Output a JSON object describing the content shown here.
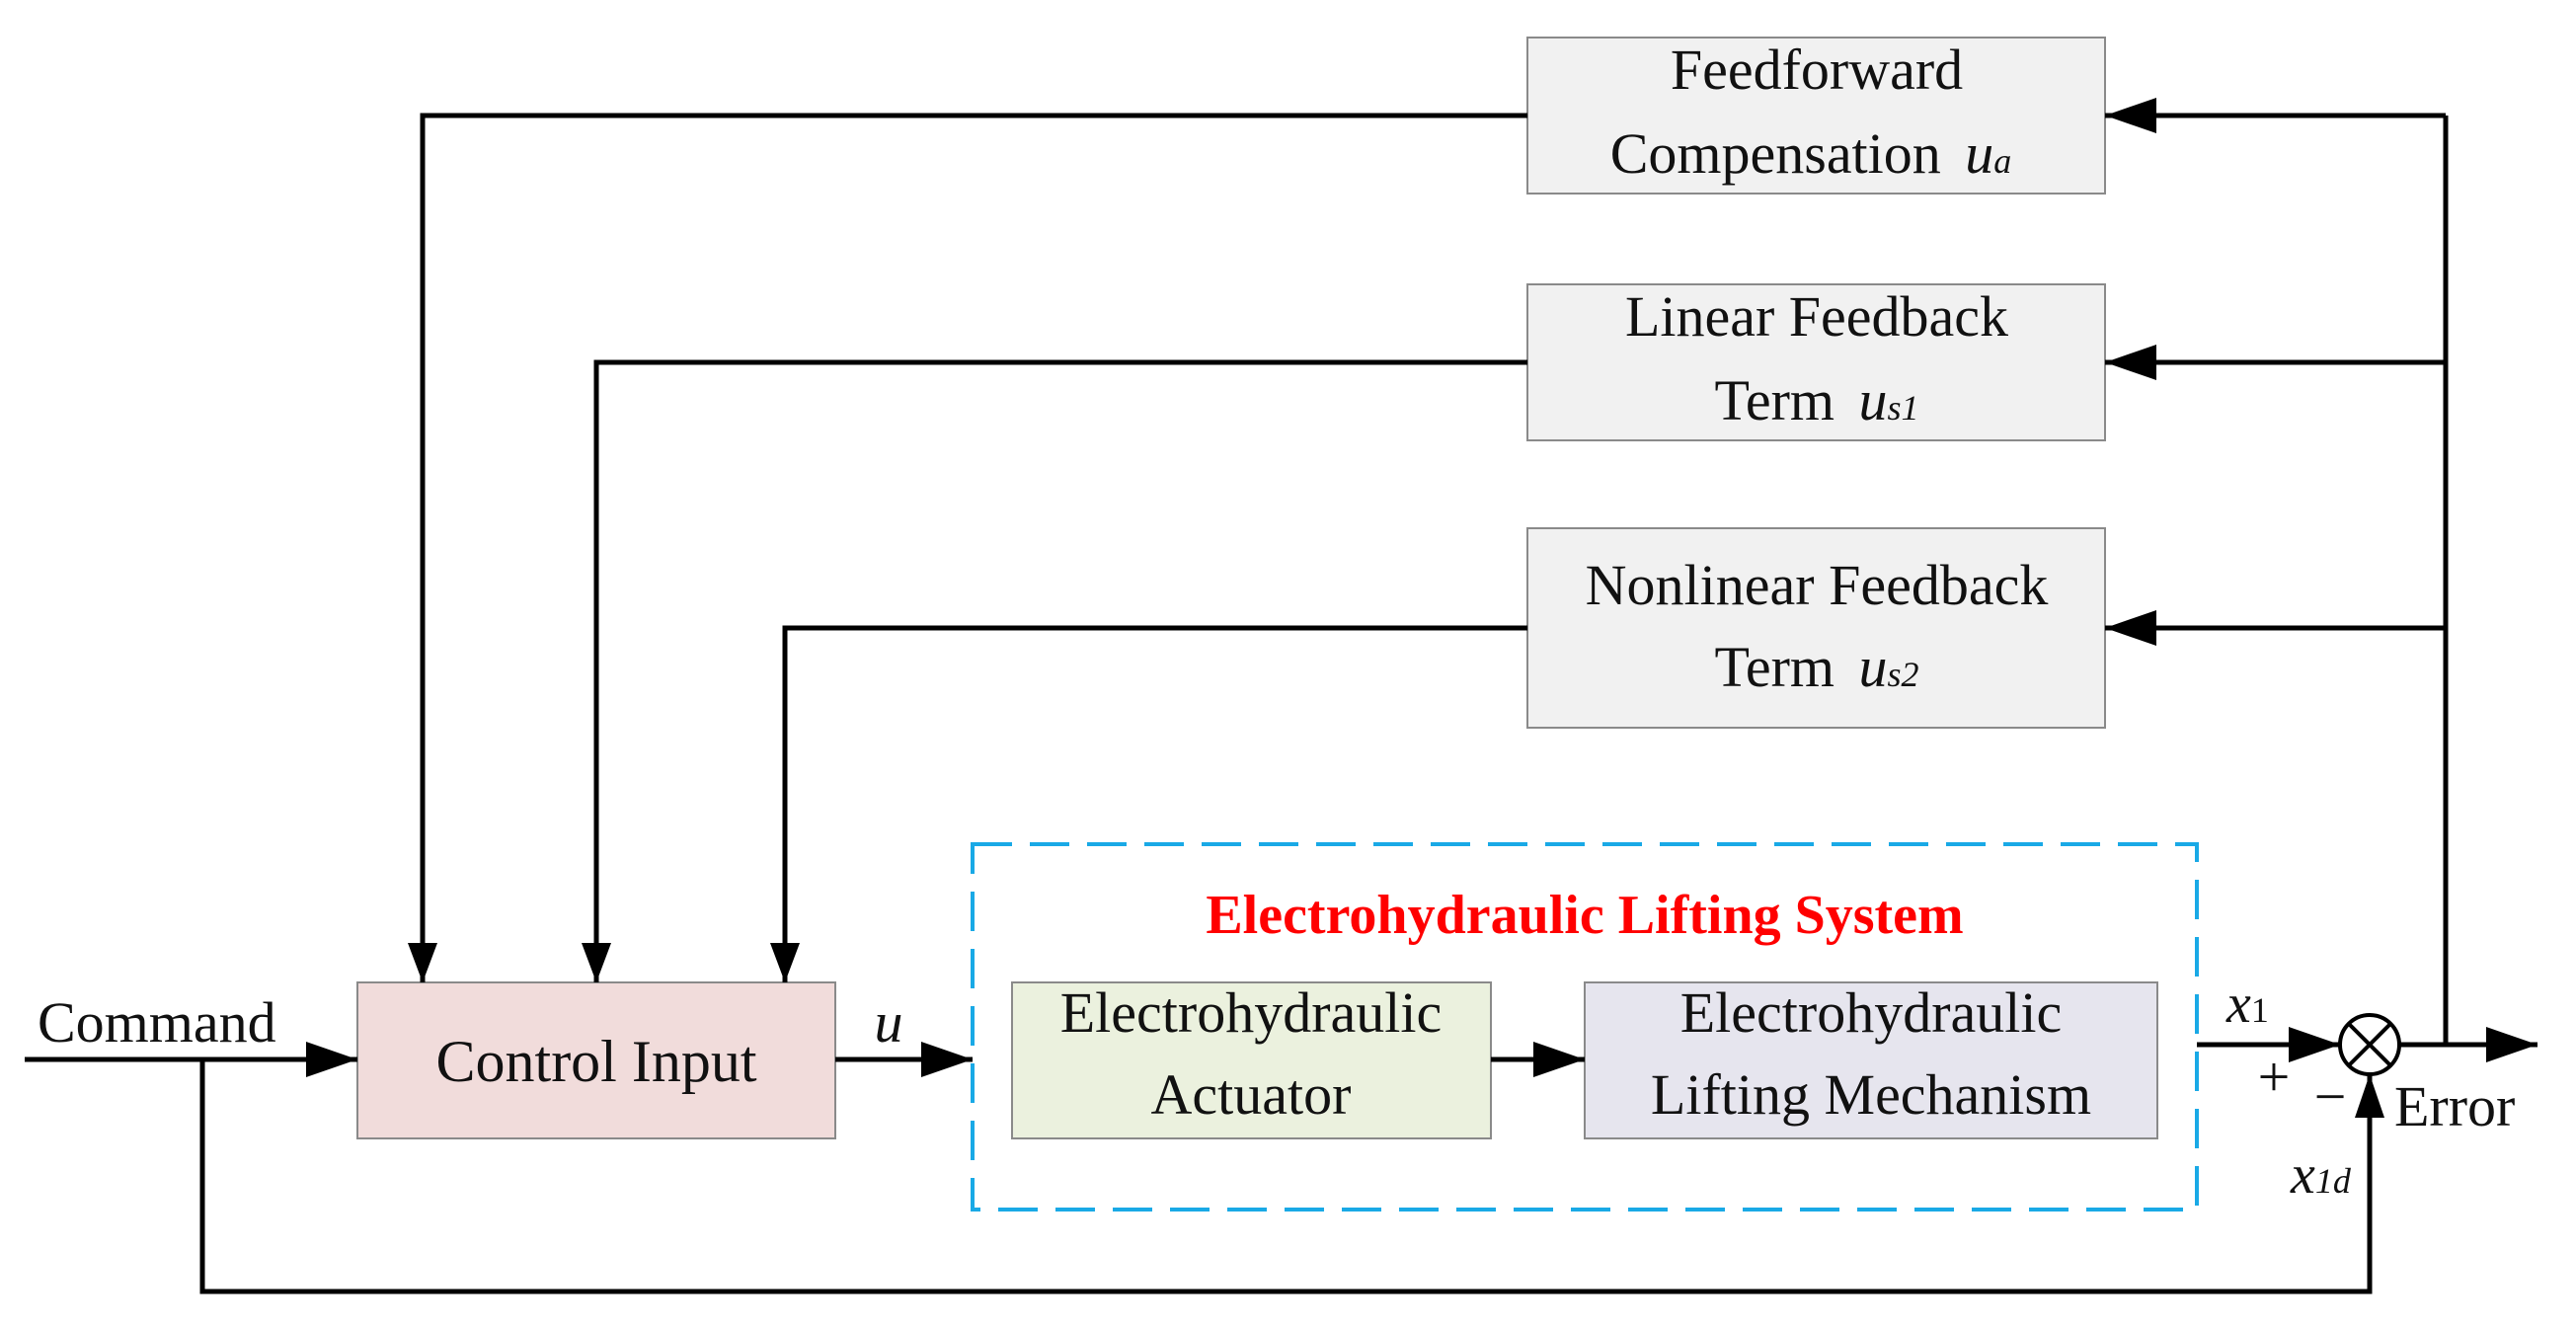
{
  "colors": {
    "line": "#000000",
    "text": "#111111",
    "gray_box": "#f1f1f1",
    "control_box": "#f1dcdb",
    "actuator_box": "#ebf1de",
    "mechanism_box": "#e6e5ee",
    "dashed_frame": "#19a9e6",
    "system_title": "#ff0000"
  },
  "blocks": {
    "feedforward": {
      "line1": "Feedforward",
      "line2": "Compensation",
      "var": "u",
      "sub": "a"
    },
    "linear": {
      "line1": "Linear Feedback",
      "line2": "Term",
      "var": "u",
      "sub": "s1"
    },
    "nonlinear": {
      "line1": "Nonlinear Feedback",
      "line2": "Term",
      "var": "u",
      "sub": "s2"
    },
    "control_input": {
      "label": "Control Input"
    },
    "actuator": {
      "line1": "Electrohydraulic",
      "line2": "Actuator"
    },
    "mechanism": {
      "line1": "Electrohydraulic",
      "line2": "Lifting Mechanism"
    }
  },
  "system_title": "Electrohydraulic Lifting System",
  "signals": {
    "command": "Command",
    "u": "u",
    "x1": "x",
    "x1_sub": "1",
    "x1d": "x",
    "x1d_sub": "1d",
    "plus": "+",
    "minus": "−",
    "error": "Error"
  },
  "icons": {
    "summing_junction": "circle-times-icon",
    "arrowhead": "triangle-arrow-icon"
  }
}
